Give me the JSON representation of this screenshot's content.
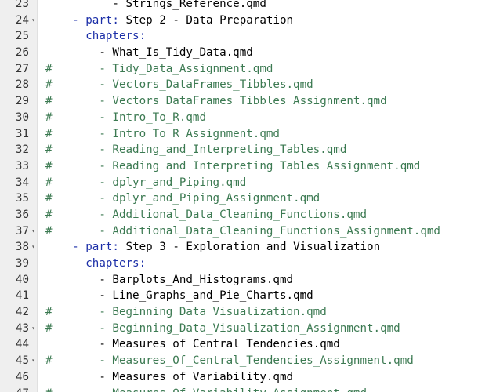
{
  "editor": {
    "lines": [
      {
        "num": "23",
        "text": "          - Strings_Reference.qmd",
        "kind": "item",
        "fold": ""
      },
      {
        "num": "24",
        "indent": "    ",
        "key": "part:",
        "value": " Step 2 - Data Preparation",
        "kind": "keyval",
        "fold": "▾"
      },
      {
        "num": "25",
        "indent": "      ",
        "key": "chapters:",
        "value": "",
        "kind": "keyval",
        "fold": ""
      },
      {
        "num": "26",
        "text": "        - What_Is_Tidy_Data.qmd",
        "kind": "item",
        "fold": ""
      },
      {
        "num": "27",
        "text": "#       - Tidy_Data_Assignment.qmd",
        "kind": "comment",
        "fold": ""
      },
      {
        "num": "28",
        "text": "#       - Vectors_DataFrames_Tibbles.qmd",
        "kind": "comment",
        "fold": ""
      },
      {
        "num": "29",
        "text": "#       - Vectors_DataFrames_Tibbles_Assignment.qmd",
        "kind": "comment",
        "fold": ""
      },
      {
        "num": "30",
        "text": "#       - Intro_To_R.qmd",
        "kind": "comment",
        "fold": ""
      },
      {
        "num": "31",
        "text": "#       - Intro_To_R_Assignment.qmd",
        "kind": "comment",
        "fold": ""
      },
      {
        "num": "32",
        "text": "#       - Reading_and_Interpreting_Tables.qmd",
        "kind": "comment",
        "fold": ""
      },
      {
        "num": "33",
        "text": "#       - Reading_and_Interpreting_Tables_Assignment.qmd",
        "kind": "comment",
        "fold": ""
      },
      {
        "num": "34",
        "text": "#       - dplyr_and_Piping.qmd",
        "kind": "comment",
        "fold": ""
      },
      {
        "num": "35",
        "text": "#       - dplyr_and_Piping_Assignment.qmd",
        "kind": "comment",
        "fold": ""
      },
      {
        "num": "36",
        "text": "#       - Additional_Data_Cleaning_Functions.qmd",
        "kind": "comment",
        "fold": ""
      },
      {
        "num": "37",
        "text": "#       - Additional_Data_Cleaning_Functions_Assignment.qmd",
        "kind": "comment",
        "fold": "▾"
      },
      {
        "num": "38",
        "indent": "    ",
        "key": "part:",
        "value": " Step 3 - Exploration and Visualization",
        "kind": "keyval",
        "fold": "▾"
      },
      {
        "num": "39",
        "indent": "      ",
        "key": "chapters:",
        "value": "",
        "kind": "keyval",
        "fold": ""
      },
      {
        "num": "40",
        "text": "        - Barplots_And_Histograms.qmd",
        "kind": "item",
        "fold": ""
      },
      {
        "num": "41",
        "text": "        - Line_Graphs_and_Pie_Charts.qmd",
        "kind": "item",
        "fold": ""
      },
      {
        "num": "42",
        "text": "#       - Beginning_Data_Visualization.qmd",
        "kind": "comment",
        "fold": ""
      },
      {
        "num": "43",
        "text": "#       - Beginning_Data_Visualization_Assignment.qmd",
        "kind": "comment",
        "fold": "▾"
      },
      {
        "num": "44",
        "text": "        - Measures_of_Central_Tendencies.qmd",
        "kind": "item",
        "fold": ""
      },
      {
        "num": "45",
        "text": "#       - Measures_Of_Central_Tendencies_Assignment.qmd",
        "kind": "comment",
        "fold": "▾"
      },
      {
        "num": "46",
        "text": "        - Measures_of_Variability.qmd",
        "kind": "item",
        "fold": ""
      },
      {
        "num": "47",
        "text": "#       - Measures_Of_Variability_Assignment.qmd",
        "kind": "comment",
        "fold": "▾"
      }
    ]
  }
}
